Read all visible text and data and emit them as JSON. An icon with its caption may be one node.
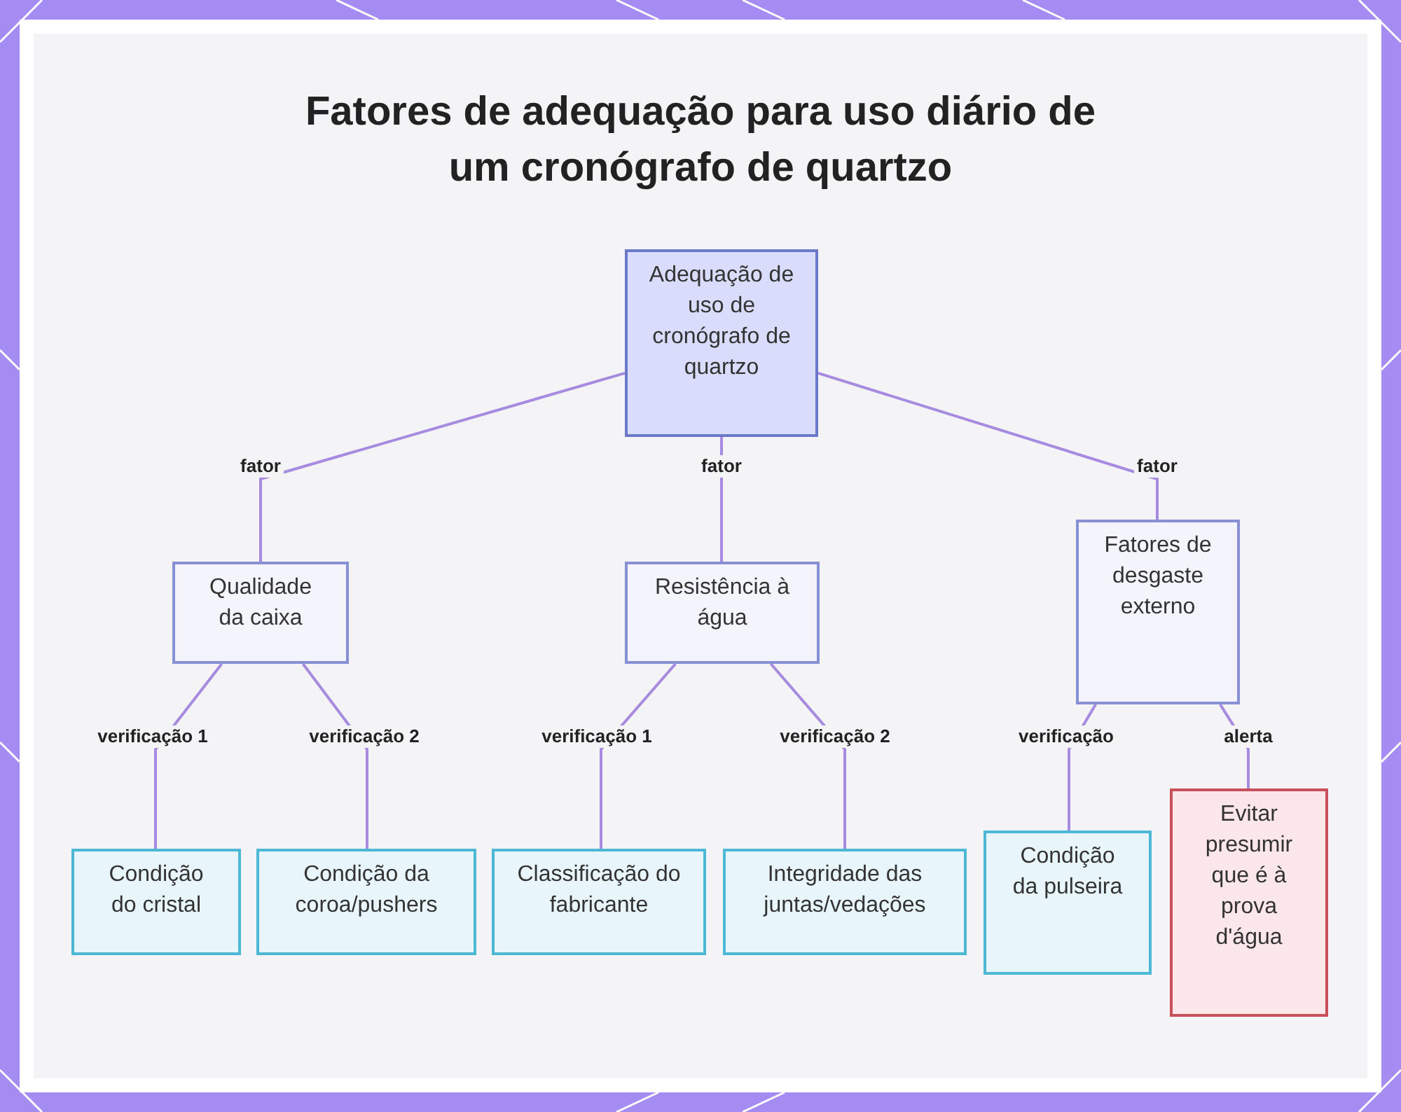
{
  "diagram": {
    "title": "Fatores de adequação para uso diário de um cronógrafo de quartzo",
    "nodes": [
      {
        "text": [
          "Adequação de uso de cronógrafo de quartzo"
        ]
      },
      {
        "text": [
          "Qualidade da caixa"
        ]
      },
      {
        "text": [
          "Resistência à água"
        ]
      },
      {
        "text": [
          "Fatores de desgaste externo"
        ]
      },
      {
        "text": [
          "Condição do cristal"
        ]
      },
      {
        "text": [
          "Condição da coroa/pushers"
        ]
      },
      {
        "text": [
          "Classificação do fabricante"
        ]
      },
      {
        "text": [
          "Integridade das juntas/vedações"
        ]
      },
      {
        "text": [
          "Condição da pulseira"
        ]
      },
      {
        "text": [
          "Evitar presumir que é à prova d'água"
        ]
      }
    ],
    "edges": [
      {
        "from": 0,
        "to": 1,
        "arrow": "none",
        "label": "fator"
      },
      {
        "from": 0,
        "to": 2,
        "arrow": "none",
        "label": "fator"
      },
      {
        "from": 0,
        "to": 3,
        "arrow": "none",
        "label": "fator"
      },
      {
        "from": 1,
        "to": 4,
        "arrow": "none",
        "label": "verificação 1"
      },
      {
        "from": 1,
        "to": 5,
        "arrow": "none",
        "label": "verificação 2"
      },
      {
        "from": 2,
        "to": 6,
        "arrow": "none",
        "label": "verificação 1"
      },
      {
        "from": 2,
        "to": 7,
        "arrow": "none",
        "label": "verificação 2"
      },
      {
        "from": 3,
        "to": 8,
        "arrow": "none",
        "label": "verificação"
      },
      {
        "from": 3,
        "to": 9,
        "arrow": "none",
        "label": "alerta"
      }
    ]
  }
}
